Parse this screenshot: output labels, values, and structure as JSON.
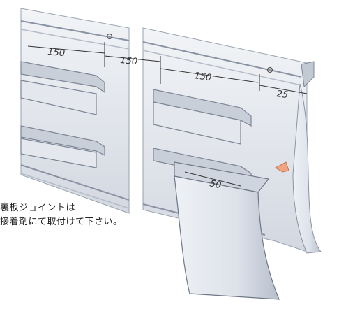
{
  "dimensions": {
    "left_spacing": "150",
    "between_panels": "150",
    "right_spacing": "150",
    "edge_gap": "25",
    "overlap": "50"
  },
  "note": {
    "line1": "裏板ジョイントは",
    "line2": "接着剤にて取付けて下さい。"
  },
  "colors": {
    "panel": "#dfe3ea",
    "shadow": "#aab2c0",
    "arrow": "#f0a480"
  }
}
